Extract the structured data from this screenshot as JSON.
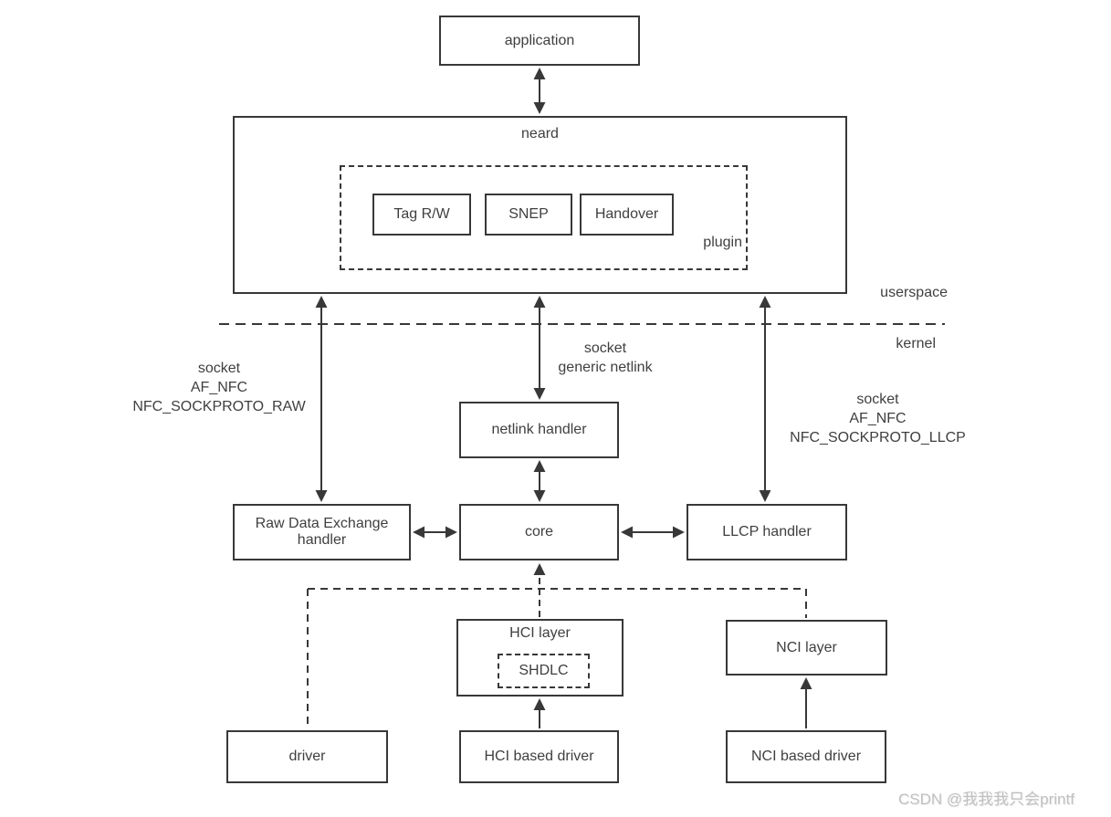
{
  "nodes": {
    "application": "application",
    "neard": "neard",
    "plugin": "plugin",
    "tag_rw": "Tag R/W",
    "snep": "SNEP",
    "handover": "Handover",
    "netlink_handler": "netlink handler",
    "raw_data_exchange_handler": "Raw Data Exchange\nhandler",
    "core": "core",
    "llcp_handler": "LLCP handler",
    "hci_layer": "HCI layer",
    "shdlc": "SHDLC",
    "nci_layer": "NCI layer",
    "driver": "driver",
    "hci_based_driver": "HCI based driver",
    "nci_based_driver": "NCI based driver"
  },
  "annotations": {
    "userspace": "userspace",
    "kernel": "kernel",
    "socket_raw": "socket\nAF_NFC\nNFC_SOCKPROTO_RAW",
    "socket_generic_netlink": "socket\ngeneric netlink",
    "socket_llcp": "socket\nAF_NFC\nNFC_SOCKPROTO_LLCP"
  },
  "watermark": "CSDN @我我我只会printf",
  "colors": {
    "line": "#383838",
    "text": "#3f3f3f",
    "watermark": "#c0c0c0",
    "background": "#ffffff"
  }
}
